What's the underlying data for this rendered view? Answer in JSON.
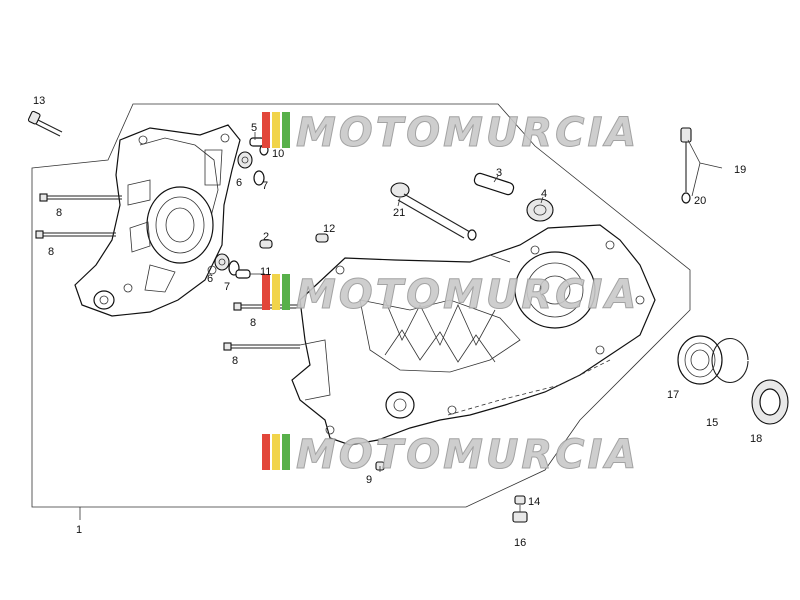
{
  "watermark": {
    "text": "MOTOMURCIA",
    "stripe_colors": [
      "#e2463a",
      "#f1d44a",
      "#58b04a"
    ]
  },
  "callouts": {
    "c1": "1",
    "c2": "2",
    "c3": "3",
    "c4": "4",
    "c5": "5",
    "c6a": "6",
    "c6b": "6",
    "c7a": "7",
    "c7b": "7",
    "c8a": "8",
    "c8b": "8",
    "c8c": "8",
    "c8d": "8",
    "c9": "9",
    "c10": "10",
    "c11": "11",
    "c12": "12",
    "c13": "13",
    "c14": "14",
    "c15": "15",
    "c16": "16",
    "c17": "17",
    "c18": "18",
    "c19": "19",
    "c20": "20",
    "c21": "21"
  }
}
